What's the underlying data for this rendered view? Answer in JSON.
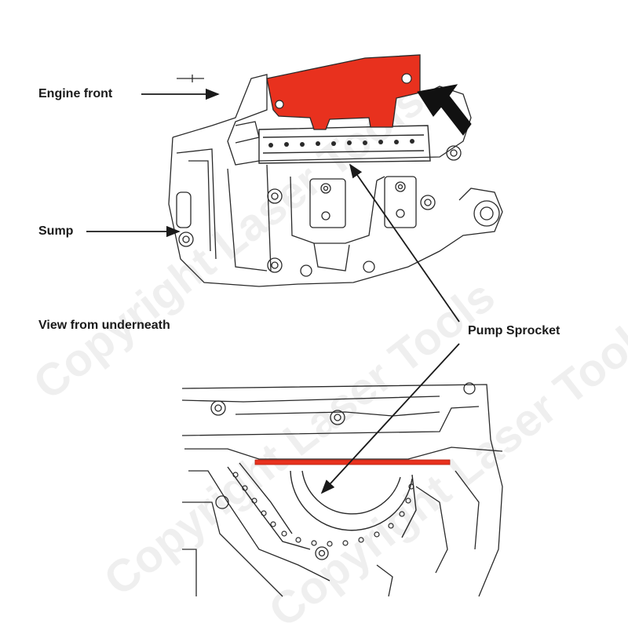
{
  "labels": {
    "engine_front": "Engine front",
    "sump": "Sump",
    "view_from_underneath": "View from underneath",
    "pump_sprocket": "Pump Sprocket"
  },
  "watermark": {
    "text": "Copyright Laser Tools"
  },
  "colors": {
    "tool_red": "#e8311e",
    "line_art": "#2a2a2a",
    "arrow_black": "#111111"
  }
}
